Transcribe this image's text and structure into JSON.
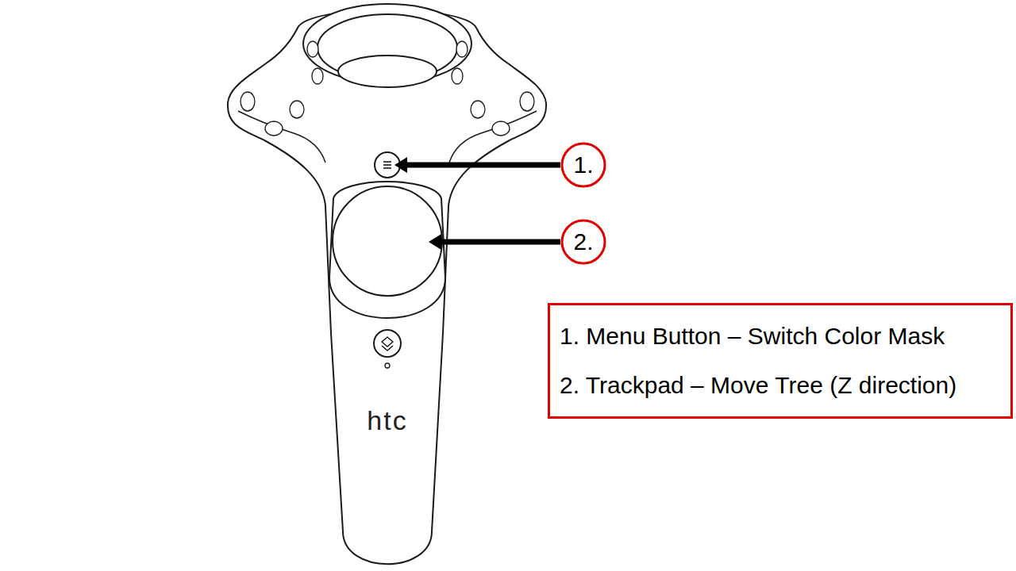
{
  "diagram": {
    "nodes": [
      {
        "text": [
          "1."
        ]
      },
      {
        "text": [
          "2."
        ]
      },
      {
        "text": [
          "1. Menu Button – Switch Color Mask",
          "2. Trackpad – Move Tree (Z direction)"
        ]
      }
    ],
    "labels": [
      "htc"
    ]
  }
}
